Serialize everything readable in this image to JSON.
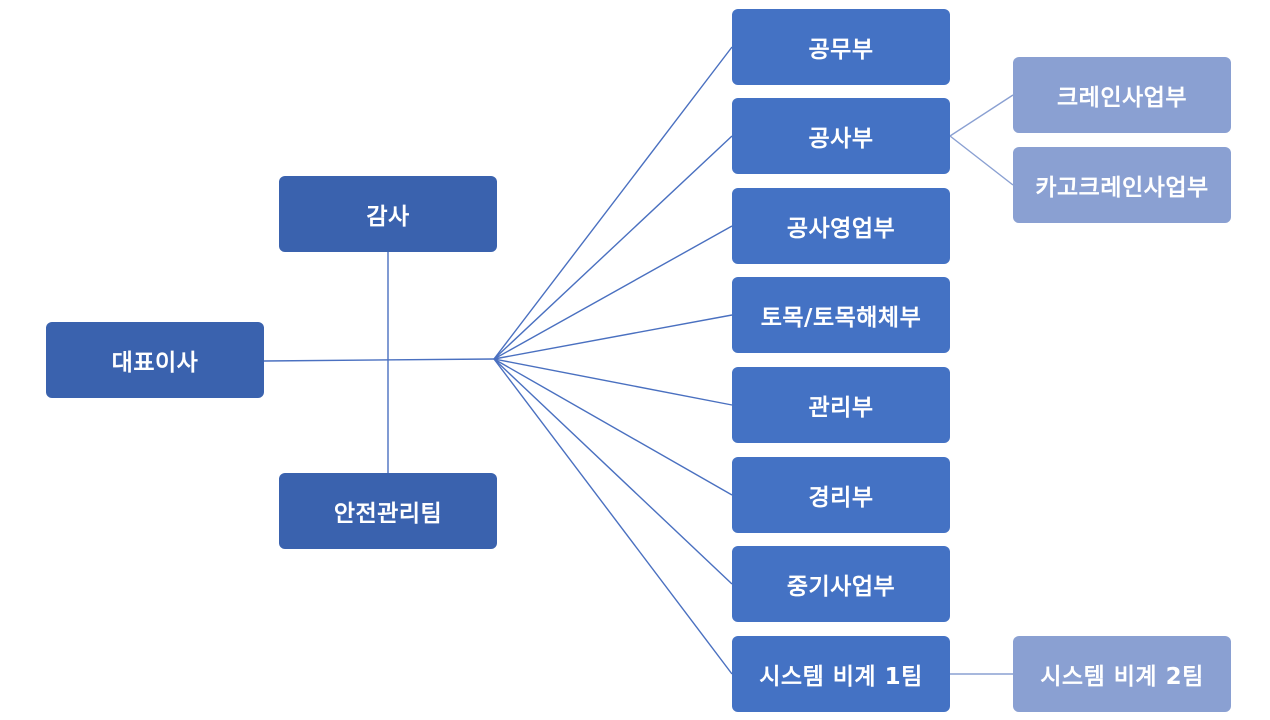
{
  "org_chart": {
    "ceo": "대표이사",
    "audit": "감사",
    "safety": "안전관리팀",
    "departments": [
      "공무부",
      "공사부",
      "공사영업부",
      "토목/토목해체부",
      "관리부",
      "경리부",
      "중기사업부",
      "시스템 비계 1팀"
    ],
    "sub_construction": [
      "크레인사업부",
      "카고크레인사업부"
    ],
    "sub_scaffold": "시스템 비계 2팀"
  },
  "colors": {
    "level0": "#3a62ae",
    "level1": "#4472c4",
    "level2": "#8aa0d2",
    "connector": "#4a70c0"
  }
}
